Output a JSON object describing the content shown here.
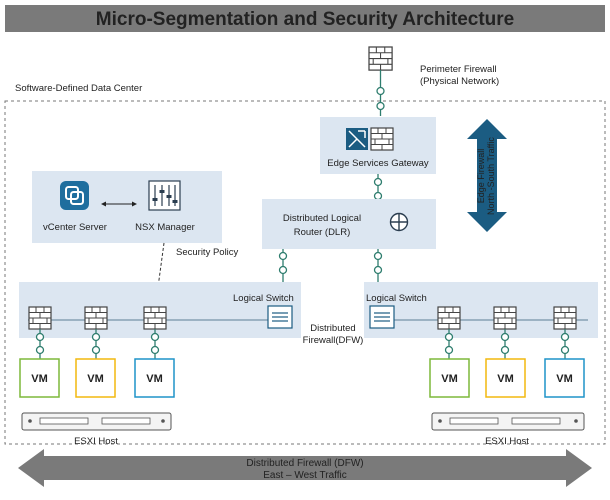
{
  "header": {
    "title": "Micro-Segmentation and Security Architecture"
  },
  "perimeter": {
    "label_line1": "Perimeter Firewall",
    "label_line2": "(Physical Network)"
  },
  "sddc": {
    "label": "Software-Defined Data Center"
  },
  "edge": {
    "label": "Edge Services Gateway"
  },
  "north_south": {
    "line1": "Edge Firewall",
    "line2": "North -South Traffic"
  },
  "dlr": {
    "line1": "Distributed Logical",
    "line2": "Router (DLR)"
  },
  "mgmt": {
    "vcenter": "vCenter Server",
    "nsx": "NSX Manager",
    "policy": "Security Policy"
  },
  "left_switch": {
    "label": "Logical Switch"
  },
  "right_switch": {
    "label": "Logical Switch"
  },
  "dfw_center": {
    "line1": "Distributed",
    "line2": "Firewall(DFW)"
  },
  "vm_label": "VM",
  "hosts": {
    "left": "ESXI Host",
    "right": "ESXI Host"
  },
  "east_west": {
    "line1": "Distributed Firewall (DFW)",
    "line2": "East – West Traffic"
  },
  "colors": {
    "vm_green": "#7DB93A",
    "vm_yellow": "#F2B90F",
    "vm_blue": "#1F93C8",
    "panel": "#DCE6F1",
    "header": "#7A7A7A",
    "accent": "#1B5C82",
    "teal": "#2E7D6E"
  }
}
